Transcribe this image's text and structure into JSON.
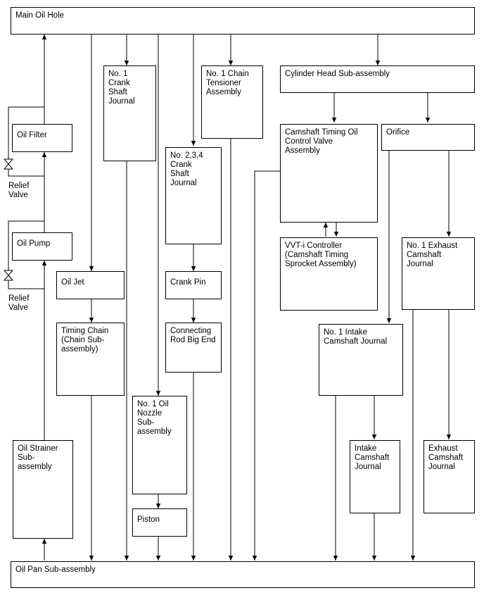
{
  "nodes": {
    "main_oil_hole": "Main Oil Hole",
    "oil_filter": "Oil Filter",
    "oil_pump": "Oil Pump",
    "oil_strainer": "Oil Strainer\nSub-\nassembly",
    "relief_valve_1": "Relief\nValve",
    "relief_valve_2": "Relief\nValve",
    "crank_journal_1": "No. 1\nCrank\nShaft\nJournal",
    "crank_journal_234": "No. 2,3,4\nCrank\nShaft\nJournal",
    "crank_pin": "Crank Pin",
    "connecting_rod": "Connecting\nRod Big End",
    "chain_tensioner": "No. 1 Chain\nTensioner\nAssembly",
    "oil_jet": "Oil Jet",
    "timing_chain": "Timing Chain\n(Chain Sub-\nassembly)",
    "oil_nozzle": "No. 1 Oil\nNozzle\nSub-\nassembly",
    "piston": "Piston",
    "cylinder_head": "Cylinder Head Sub-assembly",
    "camshaft_ocv": "Camshaft Timing Oil\nControl Valve\nAssembly",
    "orifice": "Orifice",
    "vvti_controller": "VVT-i Controller\n(Camshaft Timing\nSprocket Assembly)",
    "exhaust_journal_1": "No. 1 Exhaust\nCamshaft\nJournal",
    "intake_journal_1": "No. 1 Intake\nCamshaft Journal",
    "intake_journal": "Intake\nCamshaft\nJournal",
    "exhaust_journal": "Exhaust\nCamshaft\nJournal",
    "oil_pan": "Oil Pan Sub-assembly"
  }
}
